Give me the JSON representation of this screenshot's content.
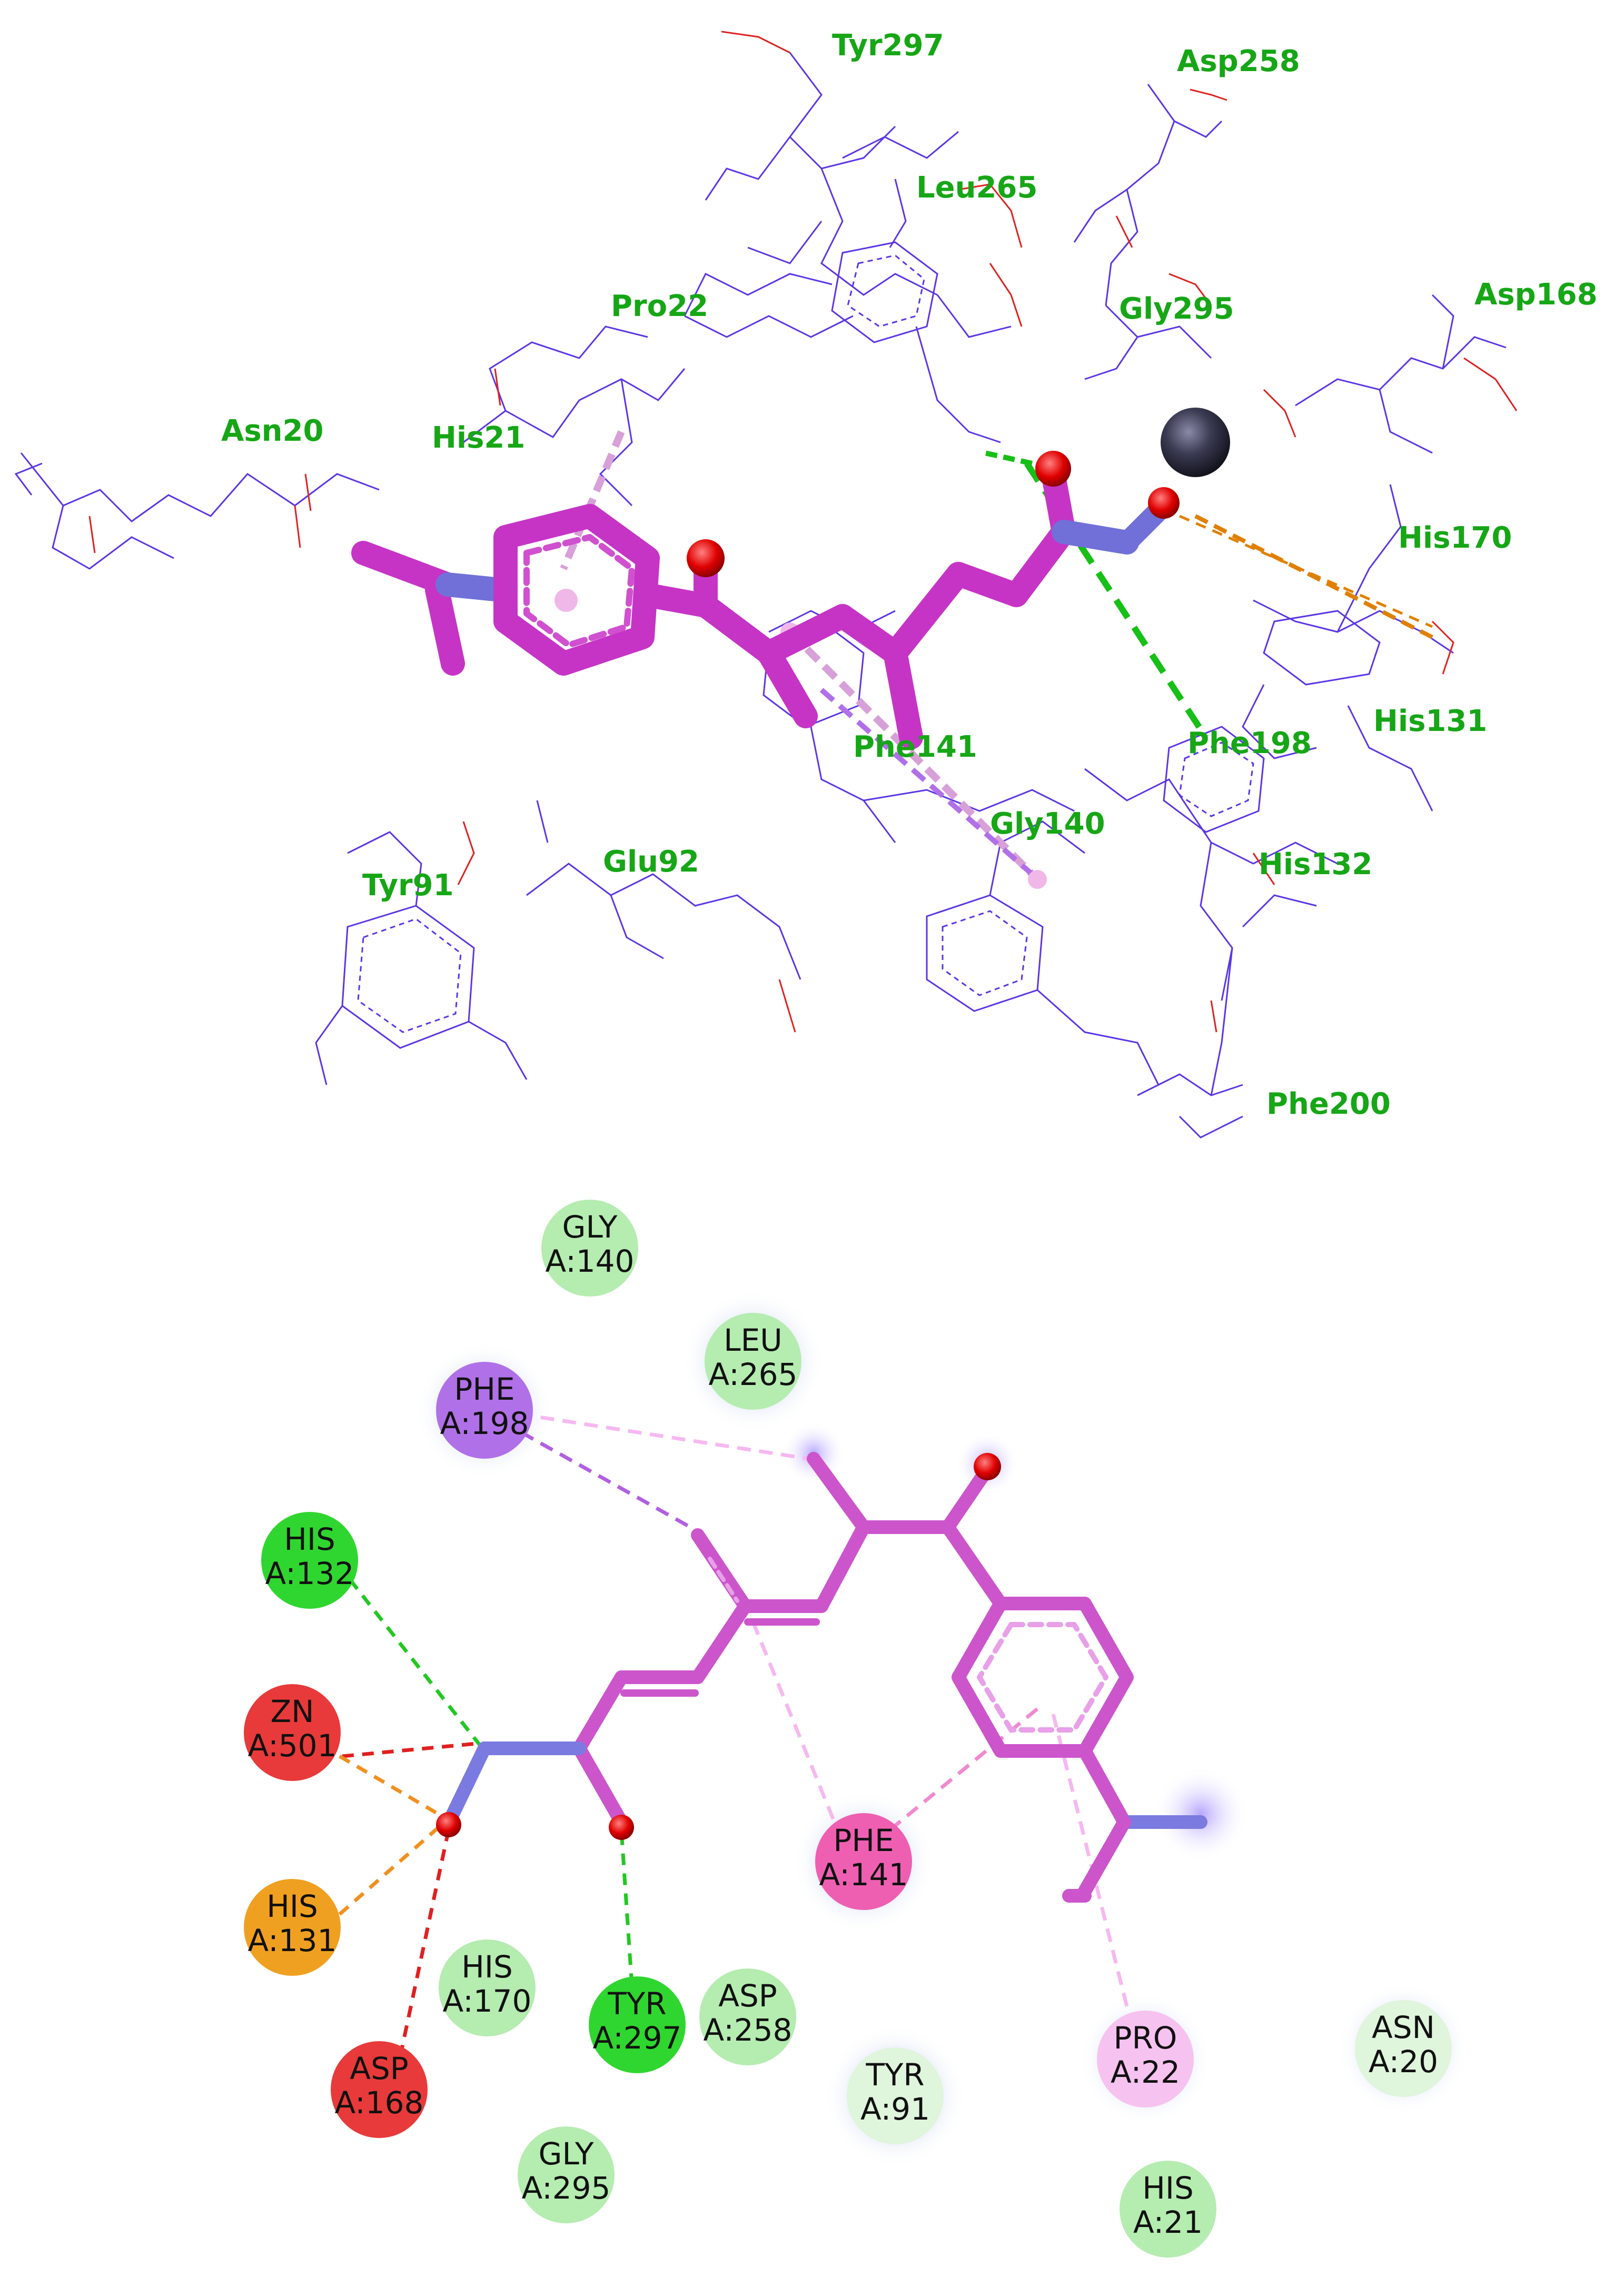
{
  "top_panel": {
    "residue_labels": [
      {
        "id": "tyr297",
        "text": "Tyr297"
      },
      {
        "id": "asp258",
        "text": "Asp258"
      },
      {
        "id": "leu265",
        "text": "Leu265"
      },
      {
        "id": "asp168",
        "text": "Asp168"
      },
      {
        "id": "pro22",
        "text": "Pro22"
      },
      {
        "id": "gly295",
        "text": "Gly295"
      },
      {
        "id": "asn20",
        "text": "Asn20"
      },
      {
        "id": "his21",
        "text": "His21"
      },
      {
        "id": "his170",
        "text": "His170"
      },
      {
        "id": "his131",
        "text": "His131"
      },
      {
        "id": "phe141",
        "text": "Phe141"
      },
      {
        "id": "phe198",
        "text": "Phe198"
      },
      {
        "id": "gly140",
        "text": "Gly140"
      },
      {
        "id": "tyr91",
        "text": "Tyr91"
      },
      {
        "id": "glu92",
        "text": "Glu92"
      },
      {
        "id": "his132",
        "text": "His132"
      },
      {
        "id": "phe200",
        "text": "Phe200"
      }
    ],
    "colors": {
      "label": "#16a616",
      "ligand": "#d23ed2",
      "protein_wire": "#5b35e6",
      "oxygen": "#e00000",
      "nitrogen": "#7070d8",
      "zinc": "#2a2a3c",
      "hbond": "#16c016",
      "metal_contact": "#e08000"
    }
  },
  "bottom_panel": {
    "residues": [
      {
        "id": "gly140",
        "line1": "GLY",
        "line2": "A:140",
        "type": "vdw"
      },
      {
        "id": "leu265",
        "line1": "LEU",
        "line2": "A:265",
        "type": "vdw"
      },
      {
        "id": "phe198",
        "line1": "PHE",
        "line2": "A:198",
        "type": "pi-sigma"
      },
      {
        "id": "his132",
        "line1": "HIS",
        "line2": "A:132",
        "type": "hbond"
      },
      {
        "id": "zn501",
        "line1": "ZN",
        "line2": "A:501",
        "type": "metal"
      },
      {
        "id": "his131",
        "line1": "HIS",
        "line2": "A:131",
        "type": "metal-acceptor"
      },
      {
        "id": "his170",
        "line1": "HIS",
        "line2": "A:170",
        "type": "vdw"
      },
      {
        "id": "tyr297",
        "line1": "TYR",
        "line2": "A:297",
        "type": "hbond"
      },
      {
        "id": "asp258",
        "line1": "ASP",
        "line2": "A:258",
        "type": "vdw"
      },
      {
        "id": "asp168",
        "line1": "ASP",
        "line2": "A:168",
        "type": "attractive-charge"
      },
      {
        "id": "gly295",
        "line1": "GLY",
        "line2": "A:295",
        "type": "vdw"
      },
      {
        "id": "phe141",
        "line1": "PHE",
        "line2": "A:141",
        "type": "pi-pi"
      },
      {
        "id": "tyr91",
        "line1": "TYR",
        "line2": "A:91",
        "type": "vdw-faint"
      },
      {
        "id": "pro22",
        "line1": "PRO",
        "line2": "A:22",
        "type": "alkyl"
      },
      {
        "id": "his21",
        "line1": "HIS",
        "line2": "A:21",
        "type": "vdw"
      },
      {
        "id": "asn20",
        "line1": "ASN",
        "line2": "A:20",
        "type": "vdw-faint"
      }
    ],
    "colors": {
      "vdw": "#b5ecb0",
      "vdw-faint": "#dff5dc",
      "hbond": "#2fd62f",
      "metal": "#e83a3a",
      "attractive-charge": "#e83a3a",
      "metal-acceptor": "#f0a020",
      "pi-sigma": "#b070e8",
      "pi-pi": "#ee5fb2",
      "alkyl": "#f6c2f0",
      "ligand": "#d96ad9"
    }
  }
}
